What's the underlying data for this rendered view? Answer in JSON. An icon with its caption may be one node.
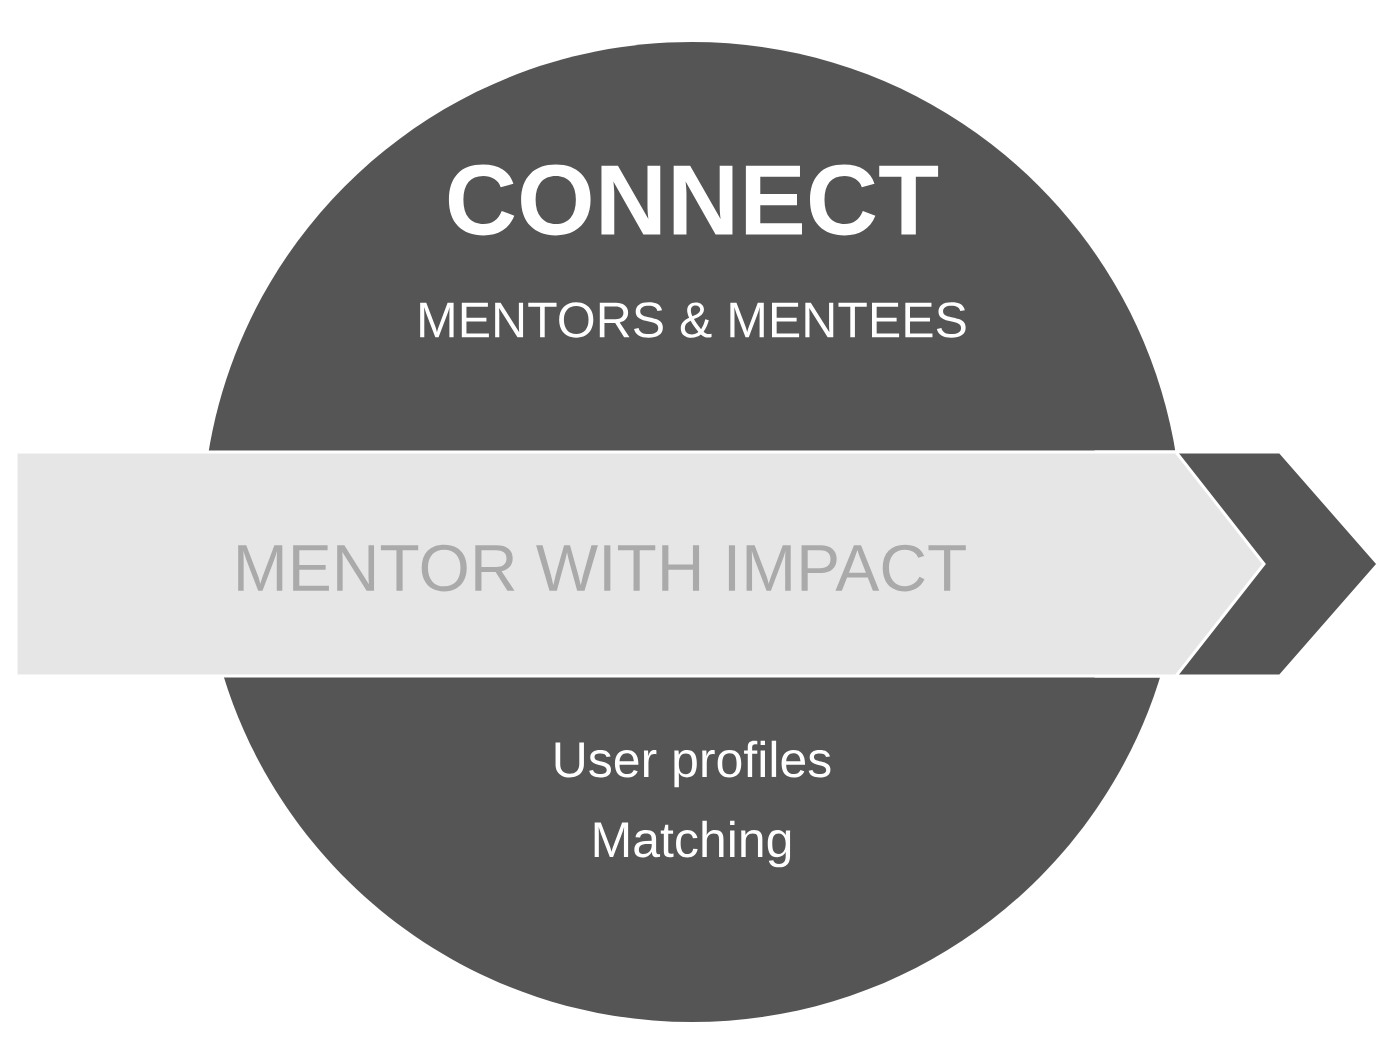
{
  "diagram": {
    "nodes": [
      {
        "text": [
          "CONNECT",
          "MENTORS & MENTEES",
          "User profiles",
          "Matching"
        ]
      },
      {
        "text": [
          "MENTOR WITH IMPACT"
        ]
      }
    ]
  }
}
